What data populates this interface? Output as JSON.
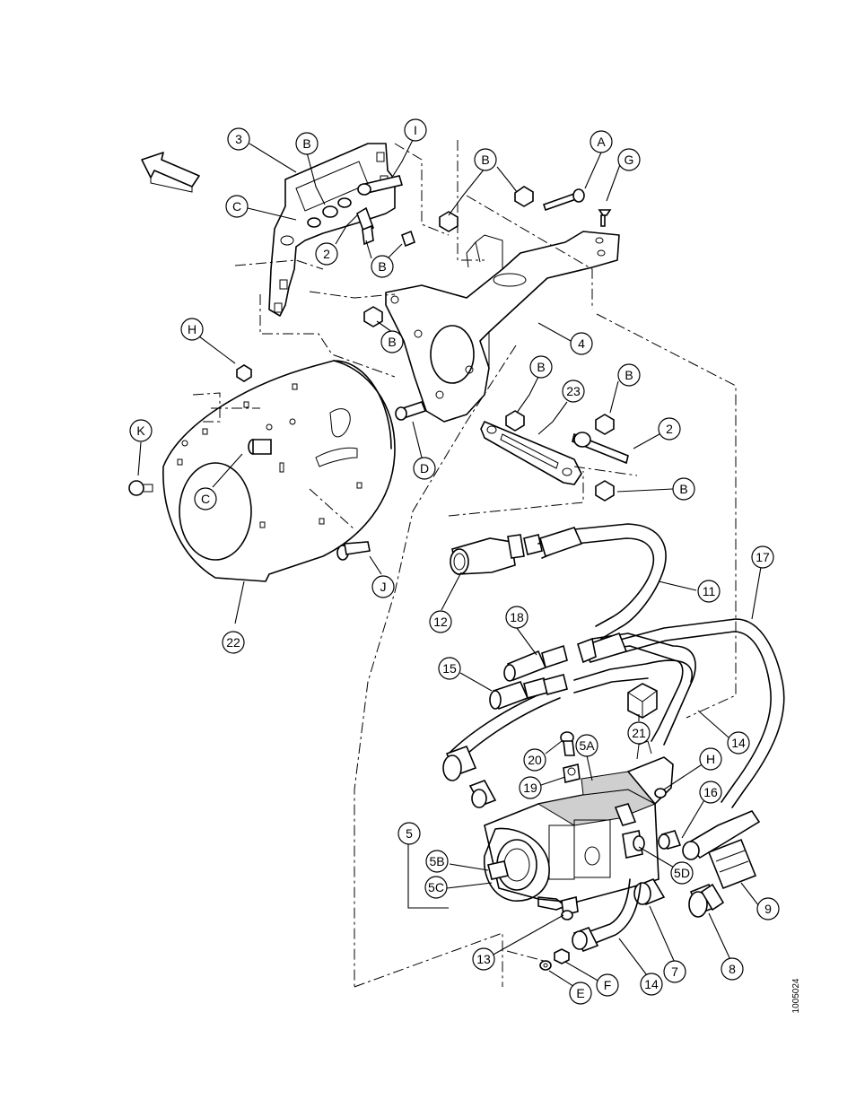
{
  "diagram": {
    "document_number": "1005024",
    "callouts": [
      {
        "id": "c-3",
        "label": "3"
      },
      {
        "id": "c-b1",
        "label": "B"
      },
      {
        "id": "c-i",
        "label": "I"
      },
      {
        "id": "c-b2",
        "label": "B"
      },
      {
        "id": "c-a",
        "label": "A"
      },
      {
        "id": "c-g",
        "label": "G"
      },
      {
        "id": "c-c1",
        "label": "C"
      },
      {
        "id": "c-2a",
        "label": "2"
      },
      {
        "id": "c-b3",
        "label": "B"
      },
      {
        "id": "c-b4",
        "label": "B"
      },
      {
        "id": "c-4",
        "label": "4"
      },
      {
        "id": "c-h1",
        "label": "H"
      },
      {
        "id": "c-b5",
        "label": "B"
      },
      {
        "id": "c-b6",
        "label": "B"
      },
      {
        "id": "c-23",
        "label": "23"
      },
      {
        "id": "c-2b",
        "label": "2"
      },
      {
        "id": "c-k",
        "label": "K"
      },
      {
        "id": "c-c2",
        "label": "C"
      },
      {
        "id": "c-d",
        "label": "D"
      },
      {
        "id": "c-b7",
        "label": "B"
      },
      {
        "id": "c-j",
        "label": "J"
      },
      {
        "id": "c-22",
        "label": "22"
      },
      {
        "id": "c-17",
        "label": "17"
      },
      {
        "id": "c-11",
        "label": "11"
      },
      {
        "id": "c-12",
        "label": "12"
      },
      {
        "id": "c-18",
        "label": "18"
      },
      {
        "id": "c-15",
        "label": "15"
      },
      {
        "id": "c-21",
        "label": "21"
      },
      {
        "id": "c-14a",
        "label": "14"
      },
      {
        "id": "c-5a",
        "label": "5A"
      },
      {
        "id": "c-20",
        "label": "20"
      },
      {
        "id": "c-h2",
        "label": "H"
      },
      {
        "id": "c-19",
        "label": "19"
      },
      {
        "id": "c-16",
        "label": "16"
      },
      {
        "id": "c-5",
        "label": "5"
      },
      {
        "id": "c-5b",
        "label": "5B"
      },
      {
        "id": "c-5c",
        "label": "5C"
      },
      {
        "id": "c-5d",
        "label": "5D"
      },
      {
        "id": "c-9",
        "label": "9"
      },
      {
        "id": "c-13",
        "label": "13"
      },
      {
        "id": "c-7",
        "label": "7"
      },
      {
        "id": "c-8",
        "label": "8"
      },
      {
        "id": "c-14b",
        "label": "14"
      },
      {
        "id": "c-e",
        "label": "E"
      },
      {
        "id": "c-f",
        "label": "F"
      }
    ]
  }
}
